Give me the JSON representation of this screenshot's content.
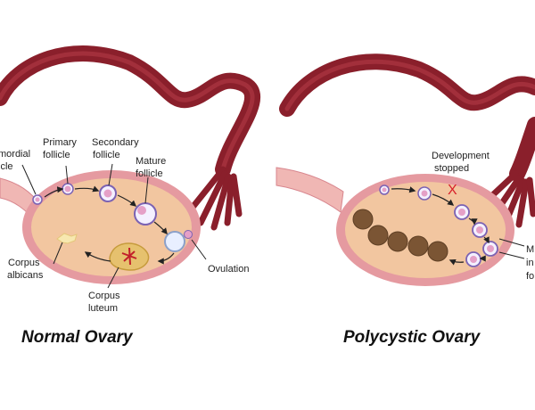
{
  "colors": {
    "tube": "#8a1f2b",
    "tube_dark": "#6a1420",
    "ligament": "#f0b7b4",
    "ovary_outer": "#e59aa0",
    "ovary_inner": "#f2c6a0",
    "follicle_ring": "#7b62b3",
    "follicle_fill": "#f4f0ff",
    "oocyte": "#e5a0c7",
    "cyst": "#7b5534",
    "corpus_luteum": "#e6c16e",
    "marker_x": "#d8202a"
  },
  "normal": {
    "title": "Normal Ovary",
    "labels": {
      "primordial_line1": "mordial",
      "primordial_line2": "icle",
      "primary_line1": "Primary",
      "primary_line2": "follicle",
      "secondary_line1": "Secondary",
      "secondary_line2": "follicle",
      "mature_line1": "Mature",
      "mature_line2": "follicle",
      "ovulation": "Ovulation",
      "albicans_line1": "Corpus",
      "albicans_line2": "albicans",
      "luteum_line1": "Corpus",
      "luteum_line2": "luteum"
    }
  },
  "polycystic": {
    "title": "Polycystic Ovary",
    "labels": {
      "development_line1": "Development",
      "development_line2": "stopped",
      "marker": "X",
      "immature_line1": "M",
      "immature_line2": "in",
      "immature_line3": "fo"
    }
  }
}
